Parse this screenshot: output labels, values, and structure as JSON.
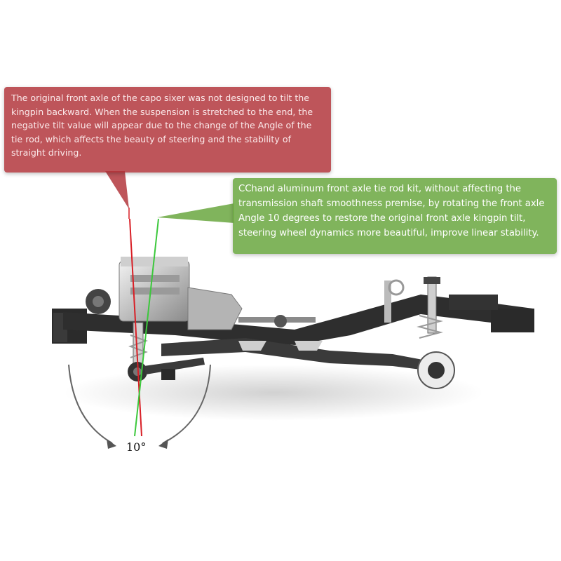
{
  "callouts": {
    "original": "The original front axle of the capo sixer was not designed to tilt the kingpin backward. When the suspension is stretched to the end, the negative tilt value will appear due to the change of the Angle of the tie rod, which affects the beauty of steering and the stability of straight driving.",
    "cchand": "CChand aluminum front axle tie rod kit, without affecting the transmission shaft smoothness premise, by rotating the front axle Angle 10 degrees to restore the original front axle kingpin tilt, steering wheel dynamics more beautiful, improve linear stability."
  },
  "angle_label": "10°",
  "colors": {
    "red_callout": "#b03036",
    "green_callout": "#6eaa46",
    "red_line": "#d81f26",
    "green_line": "#3cc83c",
    "chassis": "#2a2a2a"
  }
}
